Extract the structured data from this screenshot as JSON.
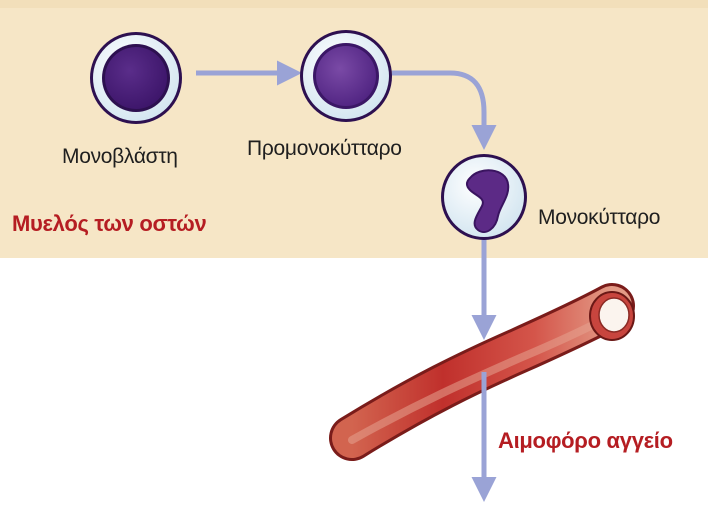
{
  "colors": {
    "marrow_bg": "#f6e6c6",
    "arrow": "#9aa3d6",
    "nucleus_dark": "#4a2176",
    "nucleus_mid": "#5a2d84",
    "monocyte_nucleus": "#5c2a86",
    "vessel": "#c8453e",
    "region_label": "#b51d22"
  },
  "cells": {
    "monoblast": "Μονοβλάστη",
    "promonocyte": "Προμονοκύτταρο",
    "monocyte": "Μονοκύτταρο"
  },
  "regions": {
    "bone_marrow": "Μυελός των οστών",
    "blood_vessel": "Αιμοφόρο αγγείο"
  }
}
